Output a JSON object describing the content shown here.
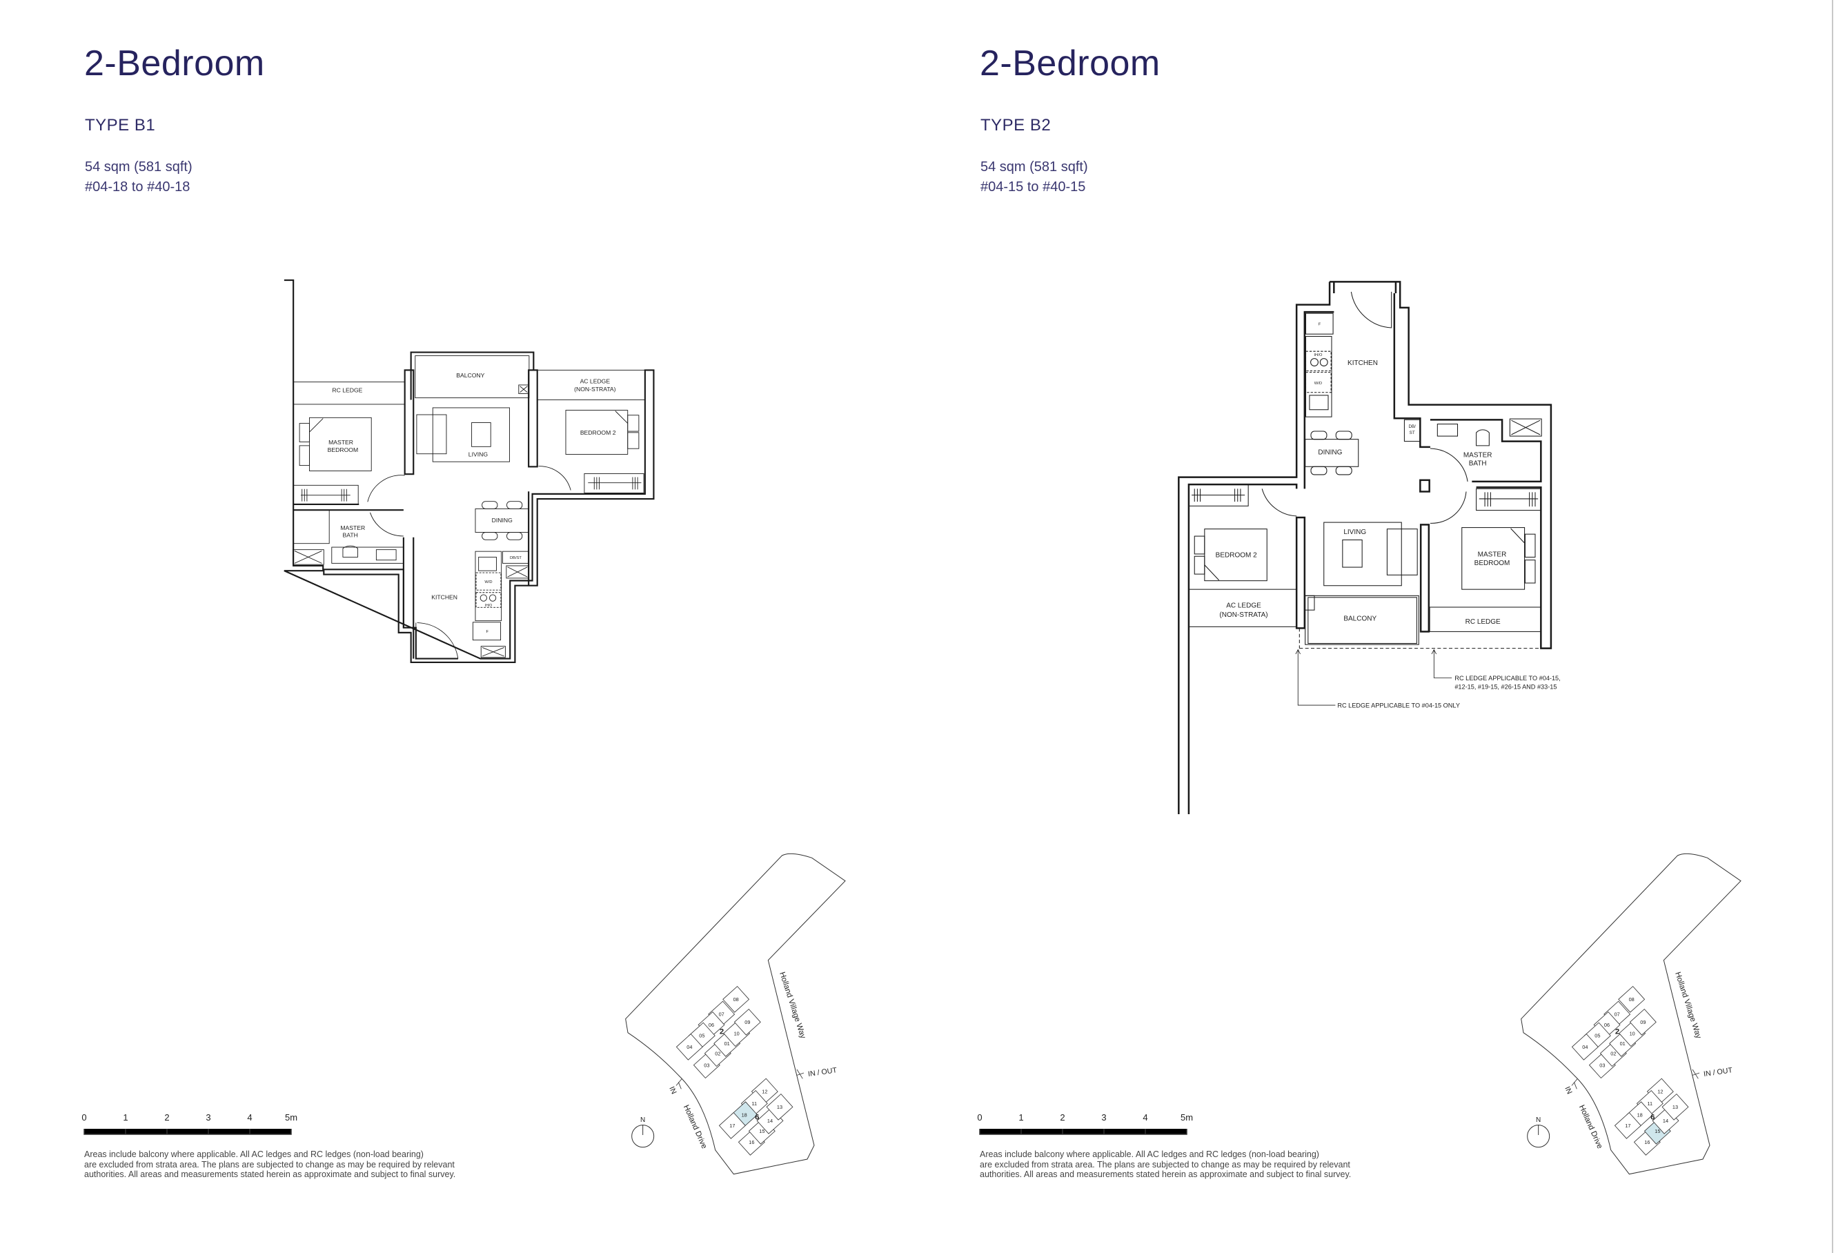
{
  "colors": {
    "title": "#26235e",
    "highlight": "#cfe6ec",
    "line": "#1a1a1a"
  },
  "panels": [
    {
      "title": "2-Bedroom",
      "type": "TYPE B1",
      "area": "54 sqm (581 sqft)",
      "units": "#04-18 to #40-18",
      "rooms": {
        "rc_ledge": "RC LEDGE",
        "balcony": "BALCONY",
        "ac_ledge_1": "AC LEDGE",
        "ac_ledge_2": "(NON-STRATA)",
        "master_bedroom_1": "MASTER",
        "master_bedroom_2": "BEDROOM",
        "living": "LIVING",
        "bedroom2": "BEDROOM 2",
        "master_bath_1": "MASTER",
        "master_bath_2": "BATH",
        "dining": "DINING",
        "db_st": "DB/ST",
        "wd": "W/D",
        "iho": "IH/O",
        "kitchen": "KITCHEN",
        "fridge": "F"
      },
      "site_plan": {
        "highlighted": "18"
      }
    },
    {
      "title": "2-Bedroom",
      "type": "TYPE B2",
      "area": "54 sqm (581 sqft)",
      "units": "#04-15 to #40-15",
      "rooms": {
        "fridge": "F",
        "iho": "IH/O",
        "wd": "W/D",
        "kitchen": "KITCHEN",
        "dining": "DINING",
        "db_st_1": "DB/",
        "db_st_2": "ST",
        "master_bath_1": "MASTER",
        "master_bath_2": "BATH",
        "bedroom2": "BEDROOM 2",
        "living": "LIVING",
        "master_bedroom_1": "MASTER",
        "master_bedroom_2": "BEDROOM",
        "ac_ledge_1": "AC LEDGE",
        "ac_ledge_2": "(NON-STRATA)",
        "balcony": "BALCONY",
        "rc_ledge": "RC LEDGE",
        "note1_line1": "RC LEDGE APPLICABLE TO #04-15,",
        "note1_line2": "#12-15, #19-15, #26-15 AND #33-15",
        "note2": "RC LEDGE APPLICABLE TO #04-15 ONLY"
      },
      "site_plan": {
        "highlighted": "15"
      }
    }
  ],
  "site_plan": {
    "road_east": "Holland Village Way",
    "road_west": "Holland Drive",
    "entry_west": "IN",
    "entry_east": "IN / OUT",
    "north": "N",
    "block_a": "2",
    "block_b": "6",
    "block_a_units": [
      "08",
      "07",
      "06",
      "05",
      "04",
      "03",
      "02",
      "01",
      "10",
      "09"
    ],
    "block_b_units": [
      "12",
      "11",
      "18",
      "17",
      "16",
      "15",
      "14",
      "13"
    ]
  },
  "scale_bar": {
    "ticks": [
      "0",
      "1",
      "2",
      "3",
      "4",
      "5m"
    ]
  },
  "disclaimer": [
    "Areas include balcony where applicable. All AC ledges and RC ledges (non-load bearing)",
    "are excluded from strata area. The plans are subjected to change as may be required by relevant",
    "authorities. All areas and measurements stated herein as approximate and subject to final survey."
  ]
}
